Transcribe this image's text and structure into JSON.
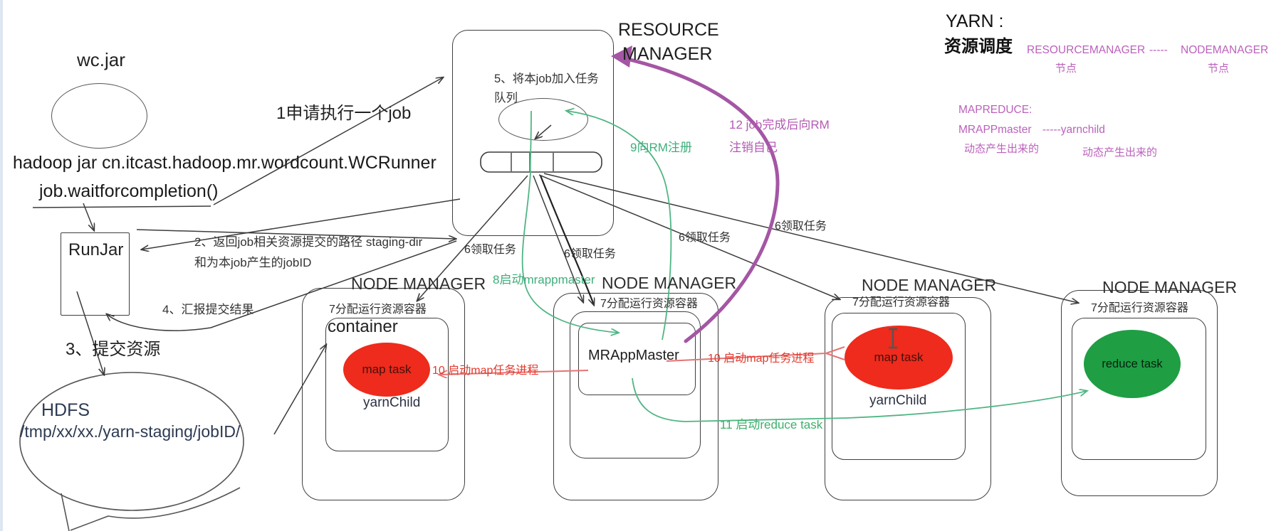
{
  "client": {
    "jar_label": "wc.jar",
    "command": "hadoop jar cn.itcast.hadoop.mr.wordcount.WCRunner",
    "wait_call": "job.waitforcompletion()",
    "runjar_label": "RunJar"
  },
  "hdfs": {
    "title": "HDFS",
    "path": "/tmp/xx/xx./yarn-staging/jobID/"
  },
  "resource_manager": {
    "title_line1": "RESOURCE",
    "title_line2": "MANAGER",
    "queue_note_line1": "5、将本job加入任务",
    "queue_note_line2": "队列"
  },
  "steps": {
    "s1": "1申请执行一个job",
    "s2_line1": "2、返回job相关资源提交的路径 staging-dir",
    "s2_line2": "和为本job产生的jobID",
    "s3": "3、提交资源",
    "s4": "4、汇报提交结果",
    "s6": [
      "6领取任务",
      "6领取任务",
      "6领取任务",
      "6领取任务"
    ],
    "s8": "8启动mrappmaster",
    "s9": "9向RM注册",
    "s10_left": "10 启动map任务进程",
    "s10_right": "10 启动map任务进程",
    "s11": "11 启动reduce task",
    "s12_line1": "12 job完成后向RM",
    "s12_line2": "注销自己"
  },
  "node_managers": [
    {
      "title": "NODE MANAGER",
      "alloc": "7分配运行资源容器",
      "container_label": "container",
      "task": "map task",
      "child": "yarnChild"
    },
    {
      "title": "NODE MANAGER",
      "alloc": "7分配运行资源容器",
      "app": "MRAppMaster"
    },
    {
      "title": "NODE MANAGER",
      "alloc": "7分配运行资源容器",
      "task": "map task",
      "child": "yarnChild"
    },
    {
      "title": "NODE MANAGER",
      "alloc": "7分配运行资源容器",
      "task": "reduce task"
    }
  ],
  "yarn_notes": {
    "title": "YARN :",
    "subtitle": "资源调度",
    "resourcemanager": "RESOURCEMANAGER",
    "link_dashes": "-----",
    "nodemanager": "NODEMANAGER",
    "rm_node": "节点",
    "nm_node": "节点",
    "mapreduce": "MAPREDUCE:",
    "mrappmaster": "MRAPPmaster",
    "yarnchild_link": "-----yarnchild",
    "dynamic_note_1": "动态产生出来的",
    "dynamic_note_2": "动态产生出来的"
  },
  "colors": {
    "green": "#3eae7c",
    "red": "#e23a2e",
    "purple": "#b45ab4",
    "map_task_fill": "#ee2b1c",
    "reduce_task_fill": "#1f9e44",
    "line": "#3c3c3c"
  }
}
